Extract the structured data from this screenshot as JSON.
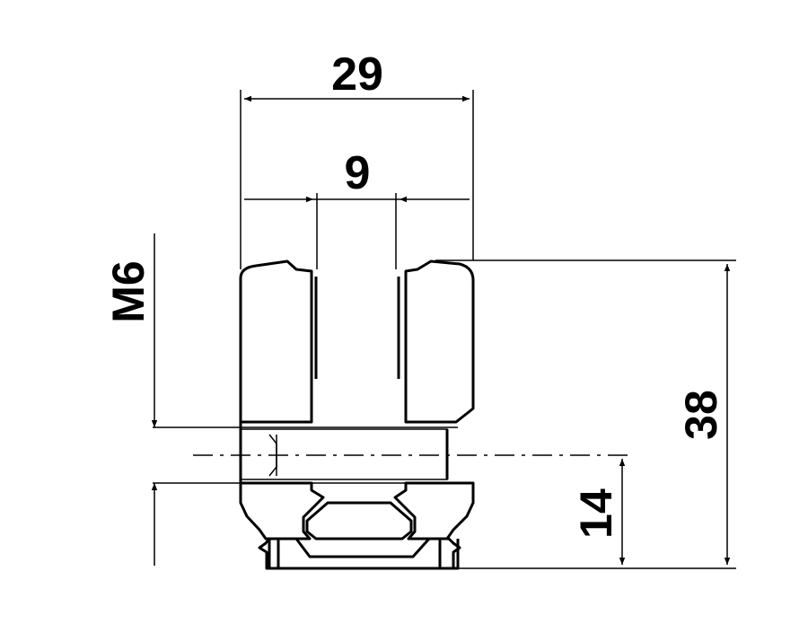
{
  "drawing": {
    "dimensions": {
      "overall_width": "29",
      "slot_width": "9",
      "overall_height": "38",
      "bolt_height": "14",
      "thread": "M6"
    },
    "colors": {
      "line": "#000000",
      "background": "#ffffff"
    }
  }
}
